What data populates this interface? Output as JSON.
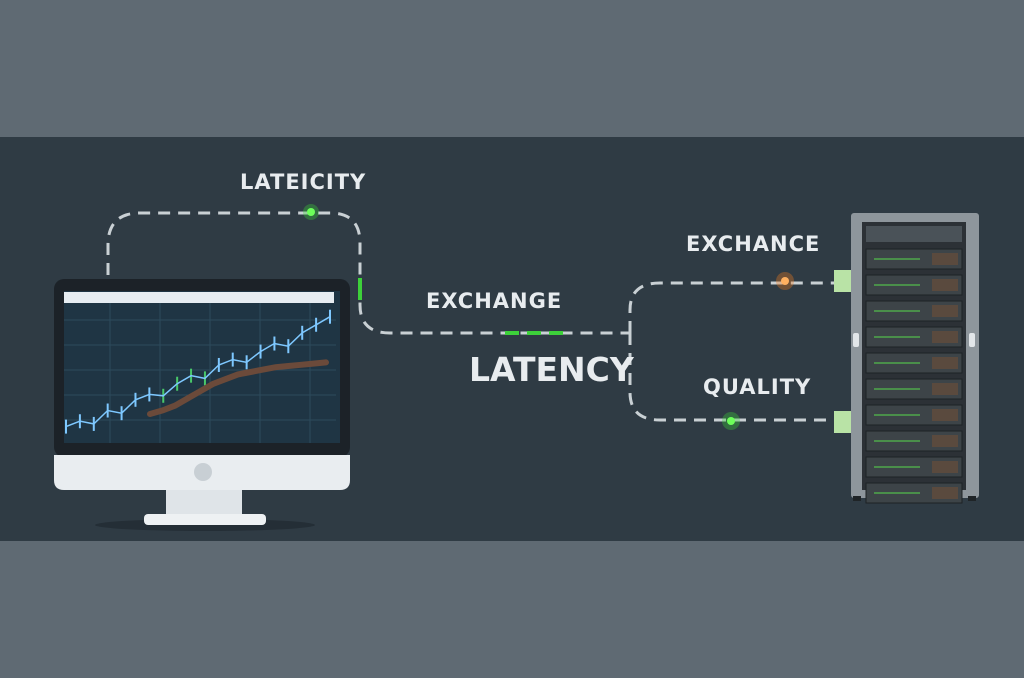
{
  "labels": {
    "top_left": "LATEICITY",
    "center_upper": "EXCHANGE",
    "center_main": "LATENCY",
    "right_upper": "EXCHANCE",
    "right_lower": "QUALITY"
  },
  "colors": {
    "outer_background": "#5f6a73",
    "band_background": "#2f3b44",
    "dashed_line": "#c9d0d4",
    "green_signal": "#3dd13a",
    "orange_signal": "#f07a1c",
    "chart_line": "#7ec8ff",
    "chart_green": "#49c96a"
  },
  "icons": {
    "monitor": "desktop-monitor-icon",
    "server": "server-rack-icon"
  },
  "chart_data": {
    "type": "line",
    "series": [
      {
        "values": [
          10,
          14,
          12,
          22,
          20,
          30,
          34,
          33,
          42,
          48,
          46,
          56,
          60,
          58,
          66,
          72,
          70,
          80,
          86,
          92
        ]
      },
      {
        "values": [
          5,
          8,
          12,
          18,
          24,
          30,
          34,
          38,
          40,
          42,
          44,
          45,
          46,
          47,
          48
        ]
      }
    ]
  }
}
